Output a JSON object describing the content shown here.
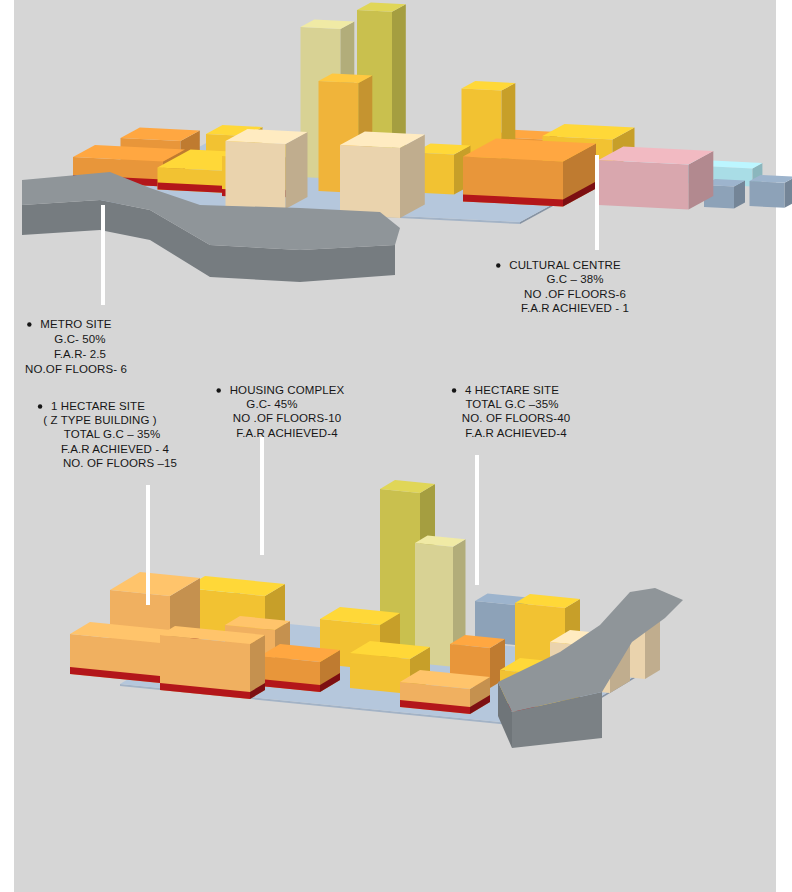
{
  "diagram": {
    "labels": [
      "CULTURAL CENTRE",
      "G.C – 38%",
      "NO .OF FLOORS-6",
      "F.A.R ACHIEVED - 1",
      "METRO SITE",
      "G.C- 50%",
      "F.A.R- 2.5",
      "NO.OF FLOORS- 6",
      "1 HECTARE SITE",
      "( Z TYPE BUILDING )",
      "TOTAL G.C – 35%",
      "F.A.R ACHIEVED - 4",
      "NO. OF FLOORS –15",
      "HOUSING COMPLEX",
      "G.C- 45%",
      "NO .OF FLOORS-10",
      "F.A.R ACHIEVED-4",
      "4 HECTARE SITE",
      "TOTAL G.C –35%",
      "NO. OF FLOORS-40",
      "F.A.R ACHIEVED-4"
    ]
  }
}
